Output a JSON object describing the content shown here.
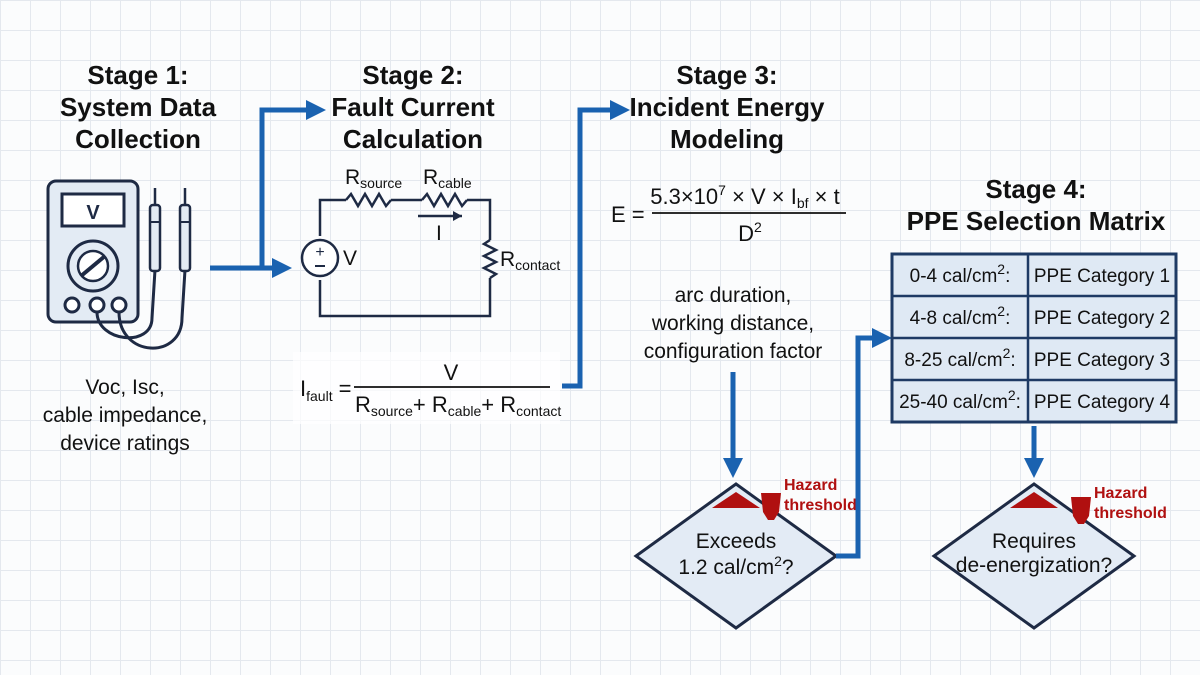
{
  "stage1": {
    "title_line1": "Stage 1:",
    "title_line2": "System Data",
    "title_line3": "Collection",
    "meter_display": "V",
    "params": [
      "Voc, Isc,",
      "cable impedance,",
      "device ratings"
    ]
  },
  "stage2": {
    "title_line1": "Stage 2:",
    "title_line2": "Fault Current",
    "title_line3": "Calculation",
    "circuit": {
      "r_source": "R",
      "r_source_sub": "source",
      "r_cable": "R",
      "r_cable_sub": "cable",
      "r_contact": "R",
      "r_contact_sub": "contact",
      "current": "I",
      "voltage": "V"
    },
    "formula": {
      "lhs": "I",
      "lhs_sub": "fault",
      "equals": "=",
      "numerator": "V",
      "den_r1": "R",
      "den_r1_sub": "source",
      "den_plus1": "+ R",
      "den_r2_sub": "cable",
      "den_plus2": "+ R",
      "den_r3_sub": "contact"
    }
  },
  "stage3": {
    "title_line1": "Stage 3:",
    "title_line2": "Incident Energy",
    "title_line3": "Modeling",
    "formula": {
      "lhs": "E =",
      "num_a": "5.3×10",
      "num_a_sup": "7",
      "num_b": " × V × I",
      "num_b_sub": "bf",
      "num_c": " × t",
      "den": "D",
      "den_sup": "2"
    },
    "factors": [
      "arc duration,",
      "working distance,",
      "configuration factor"
    ],
    "hazard_label_line1": "Hazard",
    "hazard_label_line2": "threshold",
    "decision_line1": "Exceeds",
    "decision_line2_a": "1.2 cal/cm",
    "decision_line2_sup": "2",
    "decision_line2_b": "?"
  },
  "stage4": {
    "title_line1": "Stage 4:",
    "title_line2": "PPE Selection Matrix",
    "matrix": [
      {
        "range": "0-4 cal/cm",
        "sup": "2",
        "suffix": ":",
        "category": "PPE Category 1"
      },
      {
        "range": "4-8 cal/cm",
        "sup": "2",
        "suffix": ":",
        "category": "PPE Category 2"
      },
      {
        "range": "8-25 cal/cm",
        "sup": "2",
        "suffix": ":",
        "category": "PPE Category 3"
      },
      {
        "range": "25-40 cal/cm",
        "sup": "2",
        "suffix": ":",
        "category": "PPE Category 4"
      }
    ],
    "hazard_label_line1": "Hazard",
    "hazard_label_line2": "threshold",
    "decision_line1": "Requires",
    "decision_line2": "de-energization?"
  },
  "colors": {
    "flow_arrow": "#1a62b0",
    "outline": "#1e2a44",
    "matrix_border": "#1e3a64",
    "matrix_fill": "#dfe9f4",
    "decision_fill": "#e3ebf5",
    "hazard": "#b01010"
  },
  "icons": [
    "multimeter-icon",
    "probe-icon",
    "voltage-source-icon",
    "resistor-icon",
    "hazard-triangle-icon",
    "cup-icon"
  ]
}
